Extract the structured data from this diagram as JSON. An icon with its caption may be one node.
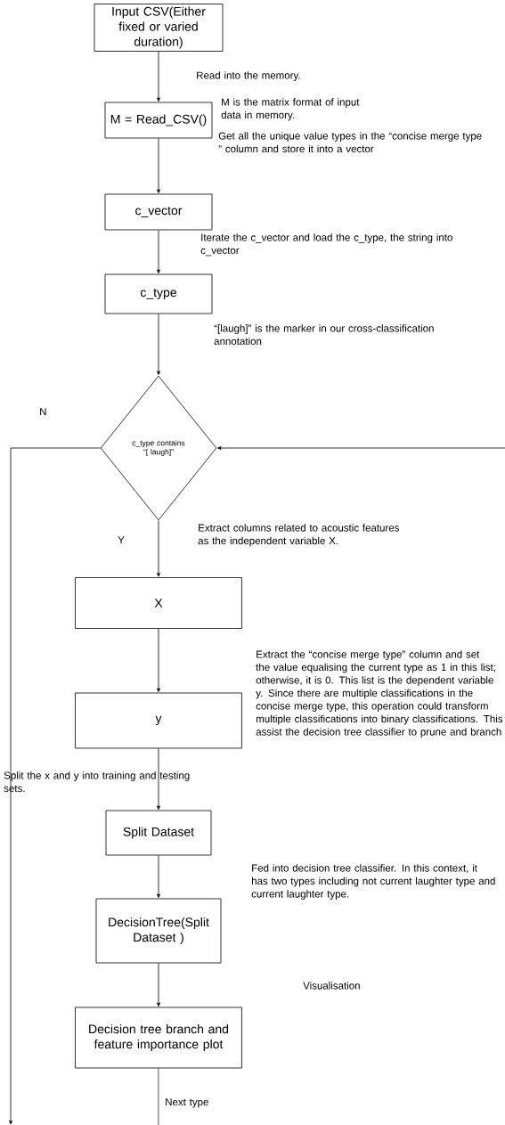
{
  "diagram": {
    "nodes": [
      {
        "text": [
          "Input CSV(Either fixed or varied duration)"
        ]
      },
      {
        "text": [
          "M = Read_CSV()"
        ],
        "beside": [
          "M is the matrix format of input data in memory."
        ]
      },
      {
        "text": [
          "c_vector"
        ]
      },
      {
        "text": [
          "c_type"
        ]
      },
      {
        "text": [
          "c_type contains “[ laugh]”"
        ]
      },
      {
        "text": [
          "X"
        ]
      },
      {
        "text": [
          "y"
        ],
        "beside": [
          "Extract the “concise merge type” column and set the value equalising the current type as 1 in this list; otherwise, it is 0. This list is the dependent variable y. Since there are multiple classifications in the concise merge type, this operation could transform multiple classifications into binary classifications. This assist the decision tree classifier to prune and branch"
        ]
      },
      {
        "text": [
          "Split Dataset"
        ]
      },
      {
        "text": [
          "DecisionTree(Split Dataset )"
        ],
        "beside": [
          "Fed into decision tree classifier. In this context, it has two types including not current laughter type and current laughter type."
        ]
      },
      {
        "text": [
          "Decision tree branch and feature importance plot"
        ]
      }
    ],
    "edges": [
      {
        "from": 0,
        "to": 1,
        "arrow": "to",
        "label": "Read into the memory."
      },
      {
        "from": 1,
        "to": 2,
        "arrow": "to"
      },
      {
        "from": 2,
        "to": 3,
        "arrow": "to",
        "label": "Iterate the  c_vector and load the c_type, the string into c_vector"
      },
      {
        "from": 3,
        "to": 4,
        "arrow": "to"
      },
      {
        "from": 4,
        "to": 5,
        "arrow": "to",
        "label": "Y"
      },
      {
        "from": 5,
        "to": 6,
        "arrow": "to"
      },
      {
        "from": 6,
        "to": 7,
        "arrow": "to",
        "label": "Split the x and y into training and testing sets."
      },
      {
        "from": 7,
        "to": 8,
        "arrow": "to"
      },
      {
        "from": 8,
        "to": 9,
        "arrow": "to"
      },
      {
        "from": 4,
        "to": null,
        "arrow": "to",
        "label": "N"
      },
      {
        "from": 9,
        "to": null,
        "arrow": "none",
        "label": "Next type"
      },
      {
        "from": null,
        "to": 4,
        "arrow": "to"
      }
    ],
    "labels": [
      "Get all the unique value types in the “concise merge type ” column and store it into a vector",
      "“[laugh]” is the marker in our cross-classification annotation",
      "Extract columns related to acoustic features as the independent variable X.",
      "Visualisation"
    ]
  }
}
